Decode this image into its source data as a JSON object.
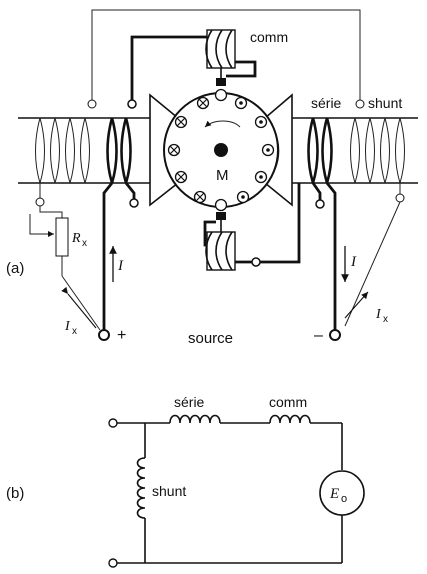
{
  "diagram_a": {
    "label": "(a)",
    "comm": "comm",
    "serie": "série",
    "shunt": "shunt",
    "motor": "M",
    "source": "source",
    "plus": "+",
    "minus": "–",
    "current_I": "I",
    "current_Ix": "I",
    "current_Ix_sub": "x",
    "rheostat": "R",
    "rheostat_sub": "x"
  },
  "diagram_b": {
    "label": "(b)",
    "serie": "série",
    "comm": "comm",
    "shunt": "shunt",
    "emf": "E",
    "emf_sub": "o"
  }
}
